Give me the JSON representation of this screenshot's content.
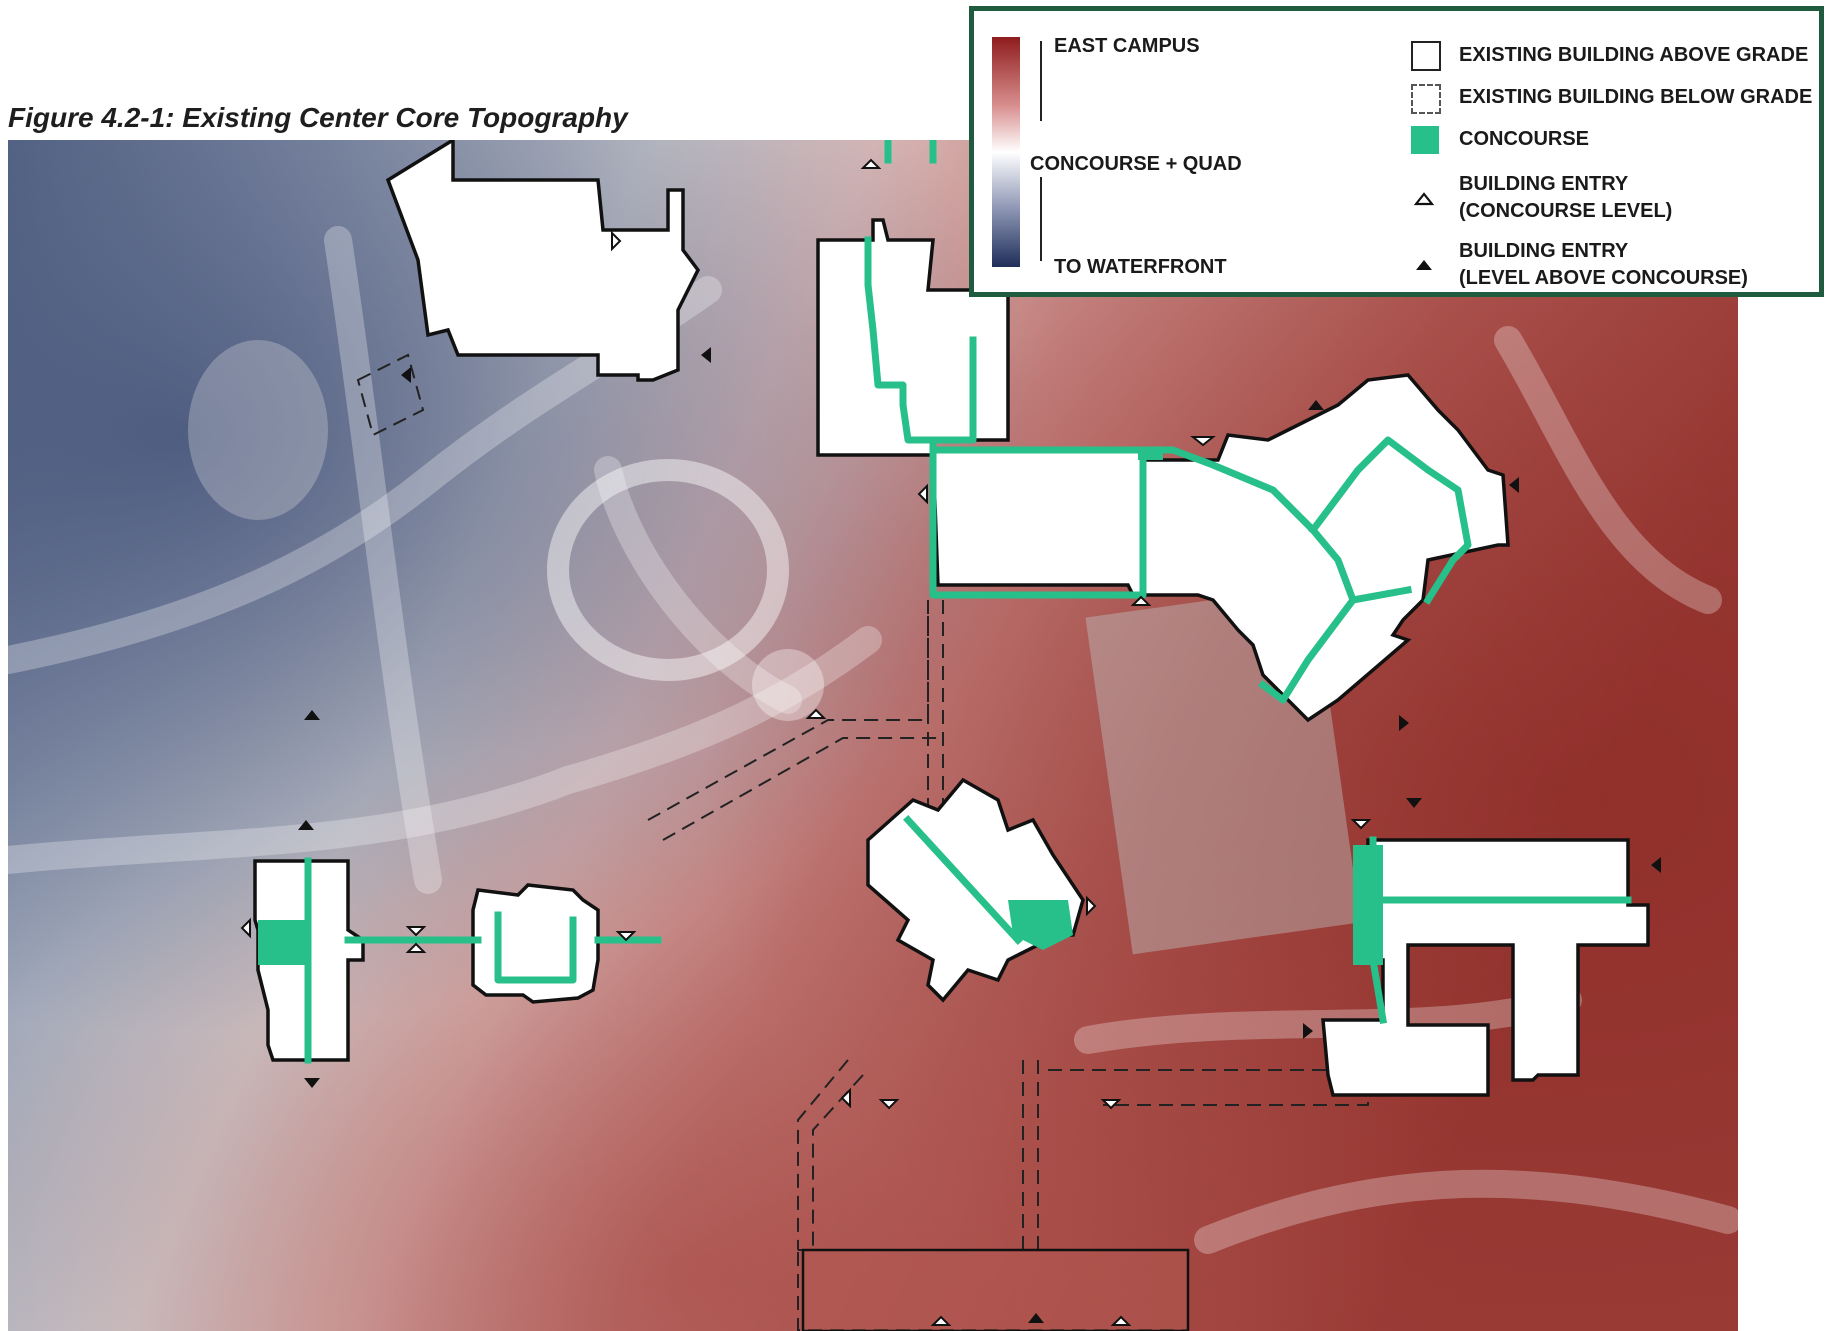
{
  "figure": {
    "title": "Figure 4.2-1: Existing Center Core Topography"
  },
  "legend": {
    "gradient": {
      "top_label": "EAST CAMPUS",
      "middle_label": "CONCOURSE + QUAD",
      "bottom_label": "TO WATERFRONT",
      "colors": {
        "high": "#8e1c1c",
        "mid": "#ffffff",
        "low": "#1f2e5a"
      }
    },
    "items": [
      {
        "symbol": "solid-outline-square",
        "lines": [
          "EXISTING BUILDING ABOVE GRADE"
        ]
      },
      {
        "symbol": "dashed-outline-square",
        "lines": [
          "EXISTING BUILDING BELOW GRADE"
        ]
      },
      {
        "symbol": "green-filled-square",
        "lines": [
          "CONCOURSE"
        ]
      },
      {
        "symbol": "hollow-triangle-icon",
        "lines": [
          "BUILDING ENTRY",
          "(CONCOURSE LEVEL)"
        ]
      },
      {
        "symbol": "filled-triangle-icon",
        "lines": [
          "BUILDING ENTRY",
          "(LEVEL ABOVE CONCOURSE)"
        ]
      }
    ],
    "border_color": "#1f5c3f"
  },
  "colors": {
    "concourse": "#27c08b",
    "building_fill": "#ffffff",
    "building_outline": "#111111"
  }
}
